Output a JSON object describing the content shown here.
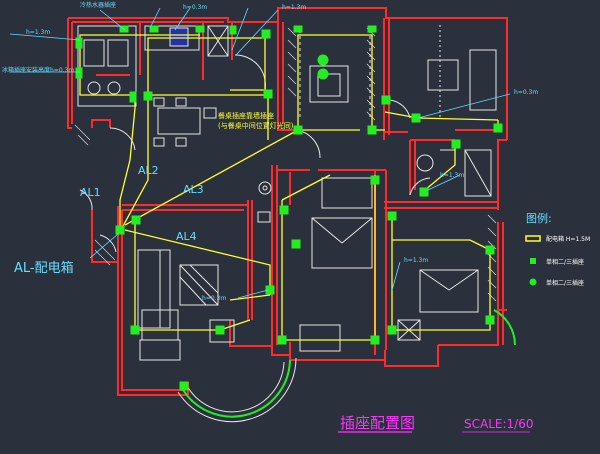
{
  "drawing": {
    "title": "插座配置图",
    "scale": "SCALE:1/60"
  },
  "legend": {
    "heading": "图例:",
    "items": [
      {
        "label": "配电箱 H=1.5M"
      },
      {
        "label": "单相二/三插座"
      },
      {
        "label": "单相二/三插座"
      }
    ]
  },
  "circuits": {
    "al1": "AL1",
    "al2": "AL2",
    "al3": "AL3",
    "al4": "AL4",
    "panel": "AL-配电箱"
  },
  "annotations": {
    "top_left_1": "h=1.3m",
    "top_left_2": "冰箱插座安装高度h=0.3m",
    "top_small_1": "冷热水器插座",
    "top_small_2": "h=0.3m",
    "top_small_3": "h=1.3m",
    "dining": "餐桌插座靠墙插座",
    "dining_2": "(与餐桌中间位置灯光同)",
    "right_top": "h=0.3m",
    "right_mid": "h=1.3m",
    "living": "h=0.3m",
    "bed": "h=1.3m"
  },
  "colors": {
    "background": "#2b313c",
    "wall": "#ff2a2a",
    "wire": "#ffff33",
    "outlet": "#22ee22",
    "furniture": "#e6e6e6",
    "title": "#ff33ff",
    "label": "#66ddff",
    "legend": "#ffffff"
  }
}
